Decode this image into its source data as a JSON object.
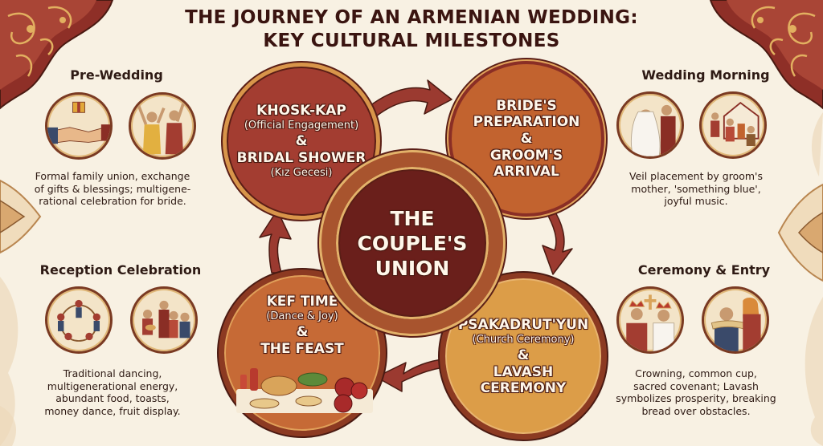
{
  "title": {
    "line1": "THE JOURNEY OF AN ARMENIAN WEDDING:",
    "line2": "KEY CULTURAL MILESTONES"
  },
  "colors": {
    "background": "#f8f1e3",
    "title": "#3a1410",
    "stage1_fill": "#a33d31",
    "stage2_fill": "#c2632f",
    "stage3_fill": "#c66a36",
    "stage4_fill": "#dc9d48",
    "center_fill": "#6a1f1b",
    "arrow": "#9b3a30",
    "gold": "#d8954a"
  },
  "center": {
    "line1": "THE",
    "line2": "COUPLE'S",
    "line3": "UNION"
  },
  "stages": [
    {
      "id": "khosk-kap",
      "title1": "KHOSK-KAP",
      "subtitle1": "(Official Engagement)",
      "amp": "&",
      "title2": "BRIDAL SHOWER",
      "subtitle2": "(Kız Gecesi)"
    },
    {
      "id": "brides-preparation",
      "line1": "BRIDE'S",
      "line2": "PREPARATION",
      "amp": "&",
      "line3": "GROOM'S",
      "line4": "ARRIVAL"
    },
    {
      "id": "kef-time",
      "title1": "KEF TIME",
      "subtitle1": "(Dance & Joy)",
      "amp": "&",
      "title2": "THE FEAST",
      "illustration": "feast-table-icon"
    },
    {
      "id": "psakadrutyun",
      "title1": "PSAKADRUT'YUN",
      "subtitle1": "(Church Ceremony)",
      "amp": "&",
      "title2": "LAVASH",
      "title3": "CEREMONY"
    }
  ],
  "sections": {
    "pre_wedding": {
      "heading": "Pre-Wedding",
      "images": [
        "handshake-gift-icon",
        "women-celebrating-icon"
      ],
      "desc": [
        "Formal family union, exchange",
        "of gifts & blessings; multigene-",
        "rational celebration for bride."
      ]
    },
    "wedding_morning": {
      "heading": "Wedding Morning",
      "images": [
        "veil-placement-icon",
        "musicians-house-icon"
      ],
      "desc": [
        "Veil placement by groom's",
        "mother, 'something blue',",
        "joyful music."
      ]
    },
    "reception": {
      "heading": "Reception Celebration",
      "images": [
        "circle-dance-icon",
        "folk-musicians-icon"
      ],
      "desc": [
        "Traditional dancing,",
        "multigenerational energy,",
        "abundant food, toasts,",
        "money dance, fruit display."
      ]
    },
    "ceremony": {
      "heading": "Ceremony & Entry",
      "images": [
        "crowned-couple-icon",
        "lavash-shoulders-icon"
      ],
      "desc": [
        "Crowning, common cup,",
        "sacred covenant; Lavash",
        "symbolizes prosperity, breaking",
        "bread over obstacles."
      ]
    }
  },
  "arrows": [
    {
      "from": "khosk-kap",
      "to": "brides-preparation"
    },
    {
      "from": "brides-preparation",
      "to": "psakadrutyun"
    },
    {
      "from": "psakadrutyun",
      "to": "kef-time"
    },
    {
      "from": "kef-time",
      "to": "khosk-kap"
    }
  ]
}
